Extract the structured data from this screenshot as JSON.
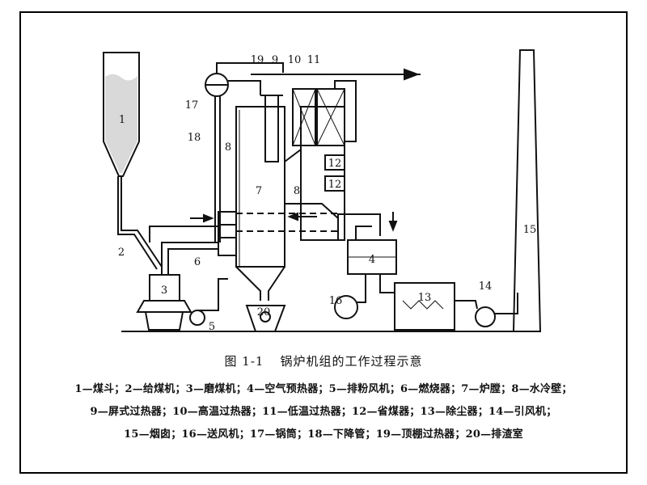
{
  "figure": {
    "caption_number": "图 1-1",
    "caption_text": "锅炉机组的工作过程示意"
  },
  "component_labels": [
    "1",
    "2",
    "3",
    "4",
    "5",
    "6",
    "7",
    "8",
    "8",
    "9",
    "10",
    "11",
    "12",
    "12",
    "13",
    "14",
    "15",
    "16",
    "17",
    "18",
    "19",
    "20"
  ],
  "legend": {
    "line1": "1—煤斗；2—给煤机；3—磨煤机；4—空气预热器；5—排粉风机；6—燃烧器；7—炉膛；8—水冷壁；",
    "line2": "9—屏式过热器；10—高温过热器；11—低温过热器；12—省煤器；13—除尘器；14—引风机；",
    "line3": "15—烟囱；16—送风机；17—锅筒；18—下降管；19—顶棚过热器；20—排渣室"
  }
}
